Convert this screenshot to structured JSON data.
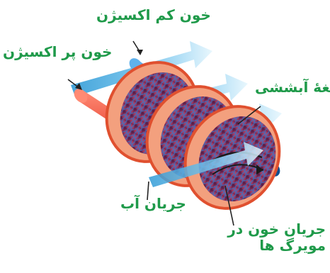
{
  "labels": {
    "low_oxygen_blood": "خون کم اکسیژن",
    "high_oxygen_blood": "خون پر اکسیژن",
    "gill_lamella": "تیغهٔ آبششی",
    "water_flow": "جریان آب",
    "capillary_blood_flow_line1": "جریان خون در",
    "capillary_blood_flow_line2": "مویرگ ها"
  },
  "colors": {
    "label_green": "#1f9a4a",
    "water_arrow_blue": "#4fb3e6",
    "water_arrow_light": "#bfe6f8",
    "deoxygenated_vessel": "#1b78c8",
    "oxygenated_vessel": "#e23a2a",
    "lamella_outer": "#f3a07e",
    "lamella_rim": "#e0502f",
    "capillary_net": "#7c2f6a"
  }
}
